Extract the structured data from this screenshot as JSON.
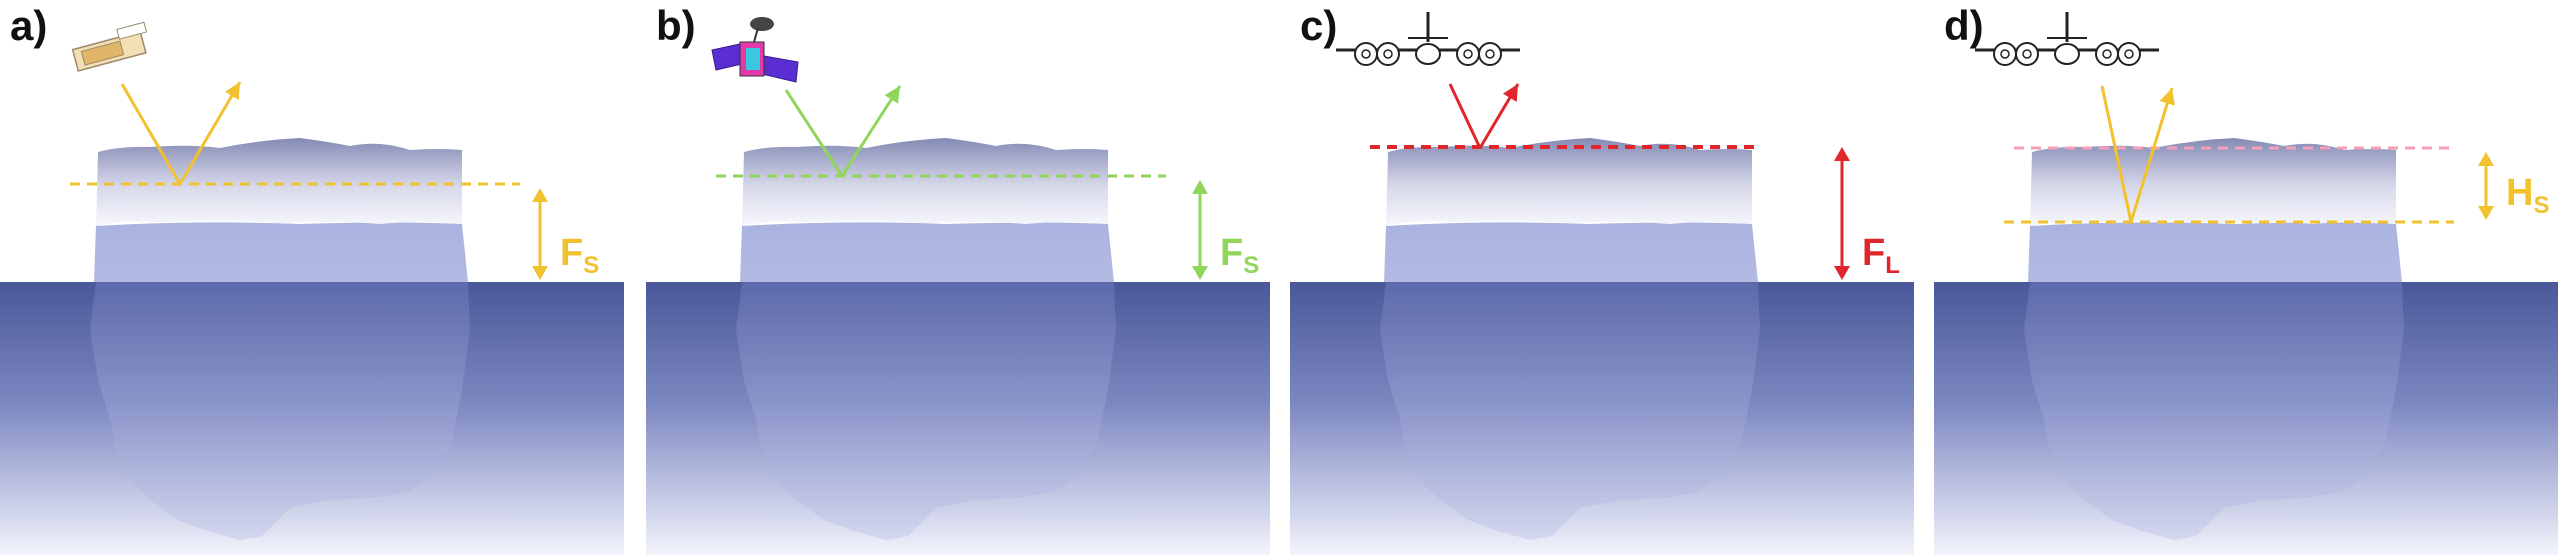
{
  "panels": [
    {
      "id": "a",
      "letter": "a)",
      "platform": "satellite-small",
      "line_style": "dashed",
      "color": "#f2c12e",
      "measure_main": "F",
      "measure_sub": "S",
      "level": "surface"
    },
    {
      "id": "b",
      "letter": "b)",
      "platform": "satellite-large",
      "line_style": "dashed",
      "color": "#8fd65a",
      "measure_main": "F",
      "measure_sub": "S",
      "level": "surface"
    },
    {
      "id": "c",
      "letter": "c)",
      "platform": "aircraft",
      "line_style": "dashed",
      "color": "#e0262b",
      "measure_main": "F",
      "measure_sub": "L",
      "level": "top"
    },
    {
      "id": "d",
      "letter": "d)",
      "platform": "aircraft",
      "line_style": "dashed",
      "color": "#f2c12e",
      "top_line_color": "#f4a0b8",
      "measure_main": "H",
      "measure_sub": "S",
      "level": "snow-layer"
    }
  ]
}
